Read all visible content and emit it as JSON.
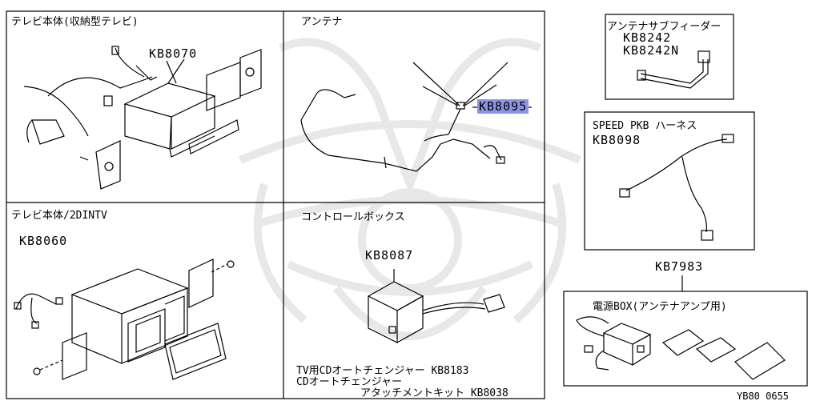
{
  "watermark": {
    "name": "samurai-helmet-watermark"
  },
  "panels": {
    "tv_storage": {
      "title": "テレビ本体(収納型テレビ)",
      "part_no": "KB8070"
    },
    "antenna": {
      "title": "アンテナ",
      "part_no": "KB8095"
    },
    "tv_2din": {
      "title": "テレビ本体/2DINTV",
      "part_no": "KB8060"
    },
    "control_box": {
      "title": "コントロールボックス",
      "part_no": "KB8087",
      "note_line1": "TV用CDオートチェンジャー KB8183",
      "note_line2": "CDオートチェンジャー",
      "note_line3": "アタッチメントキット KB8038"
    }
  },
  "antenna_sub_feeder": {
    "title": "アンテナサブフィーダー",
    "part_no_1": "KB8242",
    "part_no_2": "KB8242N"
  },
  "speed_pkb_harness": {
    "title": "SPEED PKB ハーネス",
    "part_no": "KB8098"
  },
  "power_box": {
    "group_part_no": "KB7983",
    "title": "電源BOX(アンテナアンプ用)"
  },
  "diagram_id": "YB80 0655",
  "colors": {
    "line": "#000000",
    "highlight": "#8f93e8",
    "watermark": "#e6e6e6"
  }
}
